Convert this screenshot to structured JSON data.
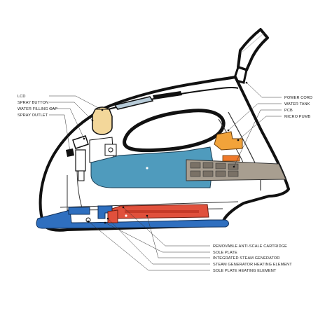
{
  "labels": {
    "left": [
      "LCD",
      "SPRAY BUTTON",
      "WATER FILLING CAP",
      "SPRAY OUTLET"
    ],
    "right_top": [
      "POWER CORD",
      "WATER TANK",
      "PCB",
      "MICRO PUMB"
    ],
    "bottom": [
      "REMOVABLE ANTI-SCALE CARTRIDGE",
      "SOLE PLATE",
      "INTEGRATED STEAM GENERATOR",
      "STEAM GENERATOR HEATING ELEMENT",
      "SOLE PLATE HEATING ELEMENT"
    ]
  },
  "colors": {
    "water_tank": "#4f9bbd",
    "steam_generator": "#e0503c",
    "sole_plate": "#2f6fbf",
    "pcb": "#a89e90",
    "micro_pump": "#f2a33a",
    "filling_cap": "#f3d79a"
  }
}
